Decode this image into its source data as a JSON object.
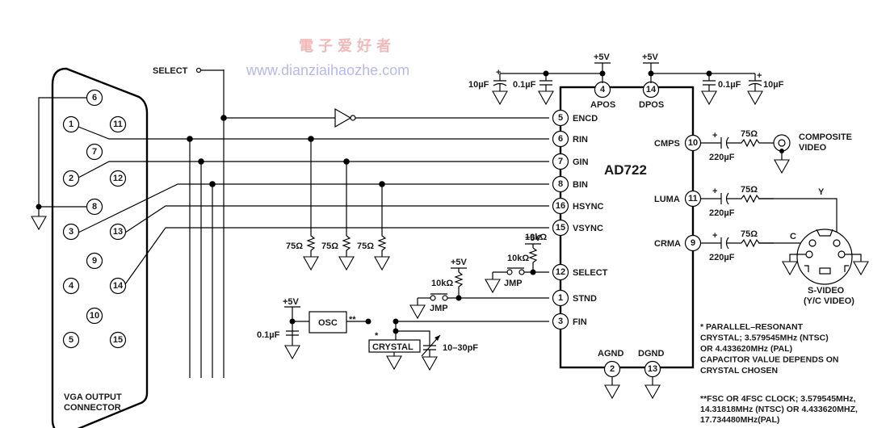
{
  "watermark": {
    "chinese": "電子爱好者",
    "url": "www.dianziaihaozhe.com"
  },
  "chip": {
    "name": "AD722",
    "left_pins": [
      {
        "num": "5",
        "label": "ENCD"
      },
      {
        "num": "6",
        "label": "RIN"
      },
      {
        "num": "7",
        "label": "GIN"
      },
      {
        "num": "8",
        "label": "BIN"
      },
      {
        "num": "16",
        "label": "HSYNC"
      },
      {
        "num": "15",
        "label": "VSYNC"
      },
      {
        "num": "12",
        "label": "SELECT"
      },
      {
        "num": "1",
        "label": "STND"
      },
      {
        "num": "3",
        "label": "FIN"
      }
    ],
    "top_pins": [
      {
        "num": "4",
        "label": "APOS"
      },
      {
        "num": "14",
        "label": "DPOS"
      }
    ],
    "right_pins": [
      {
        "num": "10",
        "label": "CMPS"
      },
      {
        "num": "11",
        "label": "LUMA"
      },
      {
        "num": "9",
        "label": "CRMA"
      }
    ],
    "bottom_pins": [
      {
        "num": "2",
        "label": "AGND"
      },
      {
        "num": "13",
        "label": "DGND"
      }
    ]
  },
  "vga": {
    "title_line1": "VGA OUTPUT",
    "title_line2": "CONNECTOR",
    "pins": [
      "6",
      "1",
      "11",
      "7",
      "2",
      "12",
      "8",
      "3",
      "13",
      "9",
      "4",
      "14",
      "10",
      "5",
      "15"
    ]
  },
  "select_input": "SELECT",
  "power": {
    "supply": "+5V",
    "cap_10uf": "10µF",
    "cap_01uf": "0.1µF",
    "plus": "+"
  },
  "termination": {
    "resistor": "75Ω"
  },
  "pullups": {
    "resistor": "10kΩ",
    "jumper": "JMP"
  },
  "clock": {
    "osc": "OSC",
    "osc_marker": "**",
    "crystal": "CRYSTAL",
    "crystal_marker": "*",
    "trim_cap": "10–30pF",
    "decoupling": "0.1µF"
  },
  "outputs": {
    "coupling_cap": "220µF",
    "series_r": "75Ω",
    "composite_line1": "COMPOSITE",
    "composite_line2": "VIDEO",
    "y_label": "Y",
    "c_label": "C",
    "svideo_line1": "S-VIDEO",
    "svideo_line2": "(Y/C VIDEO)"
  },
  "notes": {
    "crystal_note": [
      "* PARALLEL–RESONANT",
      "  CRYSTAL; 3.579545MHz (NTSC)",
      "  OR 4.433620MHz (PAL)",
      "  CAPACITOR VALUE DEPENDS ON",
      "  CRYSTAL CHOSEN"
    ],
    "clock_note": [
      "**FSC OR 4FSC CLOCK; 3.579545MHz,",
      "  14.31818MHz (NTSC) OR 4.433620MHZ,",
      "  17.734480MHz(PAL)"
    ]
  }
}
